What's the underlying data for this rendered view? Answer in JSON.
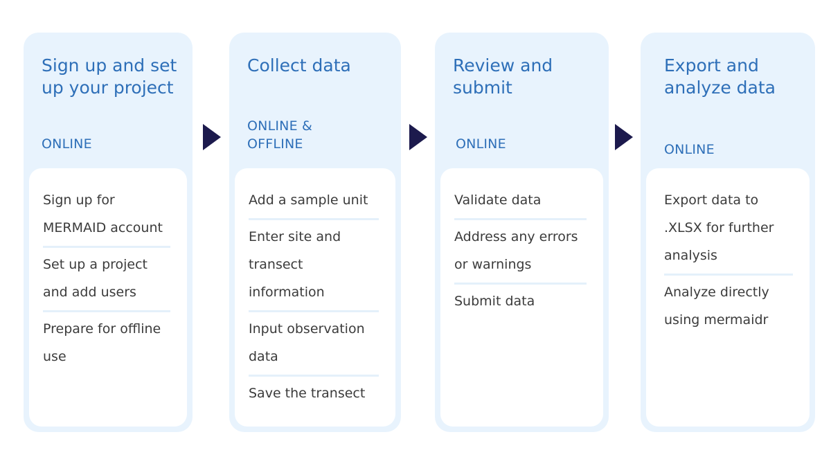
{
  "colors": {
    "card_bg": "#e8f3fd",
    "inner_bg": "#ffffff",
    "heading": "#2e6fb8",
    "body_text": "#3b3b3b",
    "divider": "#e4f0fa",
    "arrow": "#1c1a4d"
  },
  "stages": [
    {
      "title": "Sign up and set\nup your project",
      "mode": "ONLINE",
      "steps": [
        "Sign up for\nMERMAID account",
        "Set up a project\nand add users",
        "Prepare for offline\nuse"
      ]
    },
    {
      "title": "Collect data",
      "mode": "ONLINE &\nOFFLINE",
      "steps": [
        "Add a sample unit",
        "Enter site and\ntransect\ninformation",
        "Input observation\ndata",
        "Save the transect"
      ]
    },
    {
      "title": "Review and\nsubmit",
      "mode": "ONLINE",
      "steps": [
        "Validate data",
        "Address any errors\nor warnings",
        "Submit data"
      ]
    },
    {
      "title": "Export and\nanalyze data",
      "mode": "ONLINE",
      "steps": [
        "Export data to\n.XLSX for further\nanalysis",
        "Analyze directly\nusing mermaidr"
      ]
    }
  ],
  "connector_icon": "right-triangle-arrow-icon"
}
